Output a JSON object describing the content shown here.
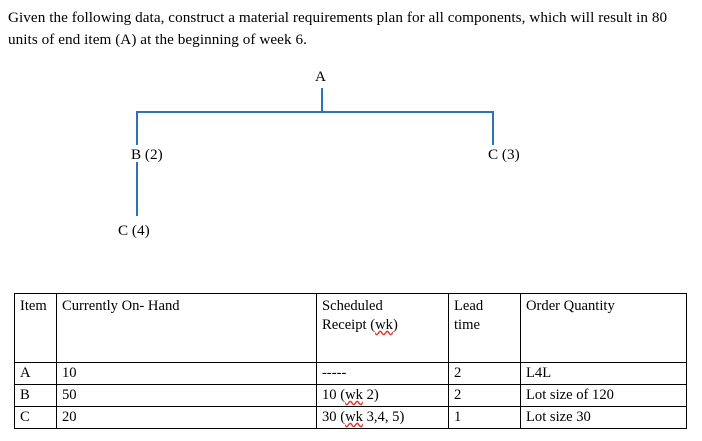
{
  "prompt": {
    "text": "Given the following data, construct a material requirements plan for all components, which will result in 80 units of end item (A) at the beginning of week 6."
  },
  "tree": {
    "title": "bill-of-materials",
    "line_color": "#2e74b5",
    "nodes": [
      {
        "id": "A",
        "label": "A",
        "level": 0
      },
      {
        "id": "B",
        "label": "B (2)",
        "level": 1
      },
      {
        "id": "C3",
        "label": "C (3)",
        "level": 1
      },
      {
        "id": "C4",
        "label": "C (4)",
        "level": 2
      }
    ]
  },
  "table": {
    "headers": [
      "Item",
      "Currently On- Hand",
      "Scheduled Receipt (wk)",
      "Lead time",
      "Order Quantity"
    ],
    "header_parts": {
      "sched_line1": "Scheduled",
      "sched_line2_pre": "Receipt (",
      "sched_line2_mis": "wk",
      "sched_line2_post": ")",
      "lead_line1": "Lead",
      "lead_line2": "time"
    },
    "rows": [
      {
        "item": "A",
        "on_hand": "10",
        "scheduled_receipt": "-----",
        "sr_pre": "-----",
        "sr_mis": "",
        "sr_post": "",
        "lead_time": "2",
        "order_quantity": "L4L"
      },
      {
        "item": "B",
        "on_hand": "50",
        "scheduled_receipt": "10 (wk 2)",
        "sr_pre": "10 (",
        "sr_mis": "wk",
        "sr_post": " 2)",
        "lead_time": "2",
        "order_quantity": "Lot size of 120"
      },
      {
        "item": "C",
        "on_hand": "20",
        "scheduled_receipt": "30 (wk 3,4, 5)",
        "sr_pre": "30 (",
        "sr_mis": "wk",
        "sr_post": " 3,4, 5)",
        "lead_time": "1",
        "order_quantity": "Lot size 30"
      }
    ]
  }
}
